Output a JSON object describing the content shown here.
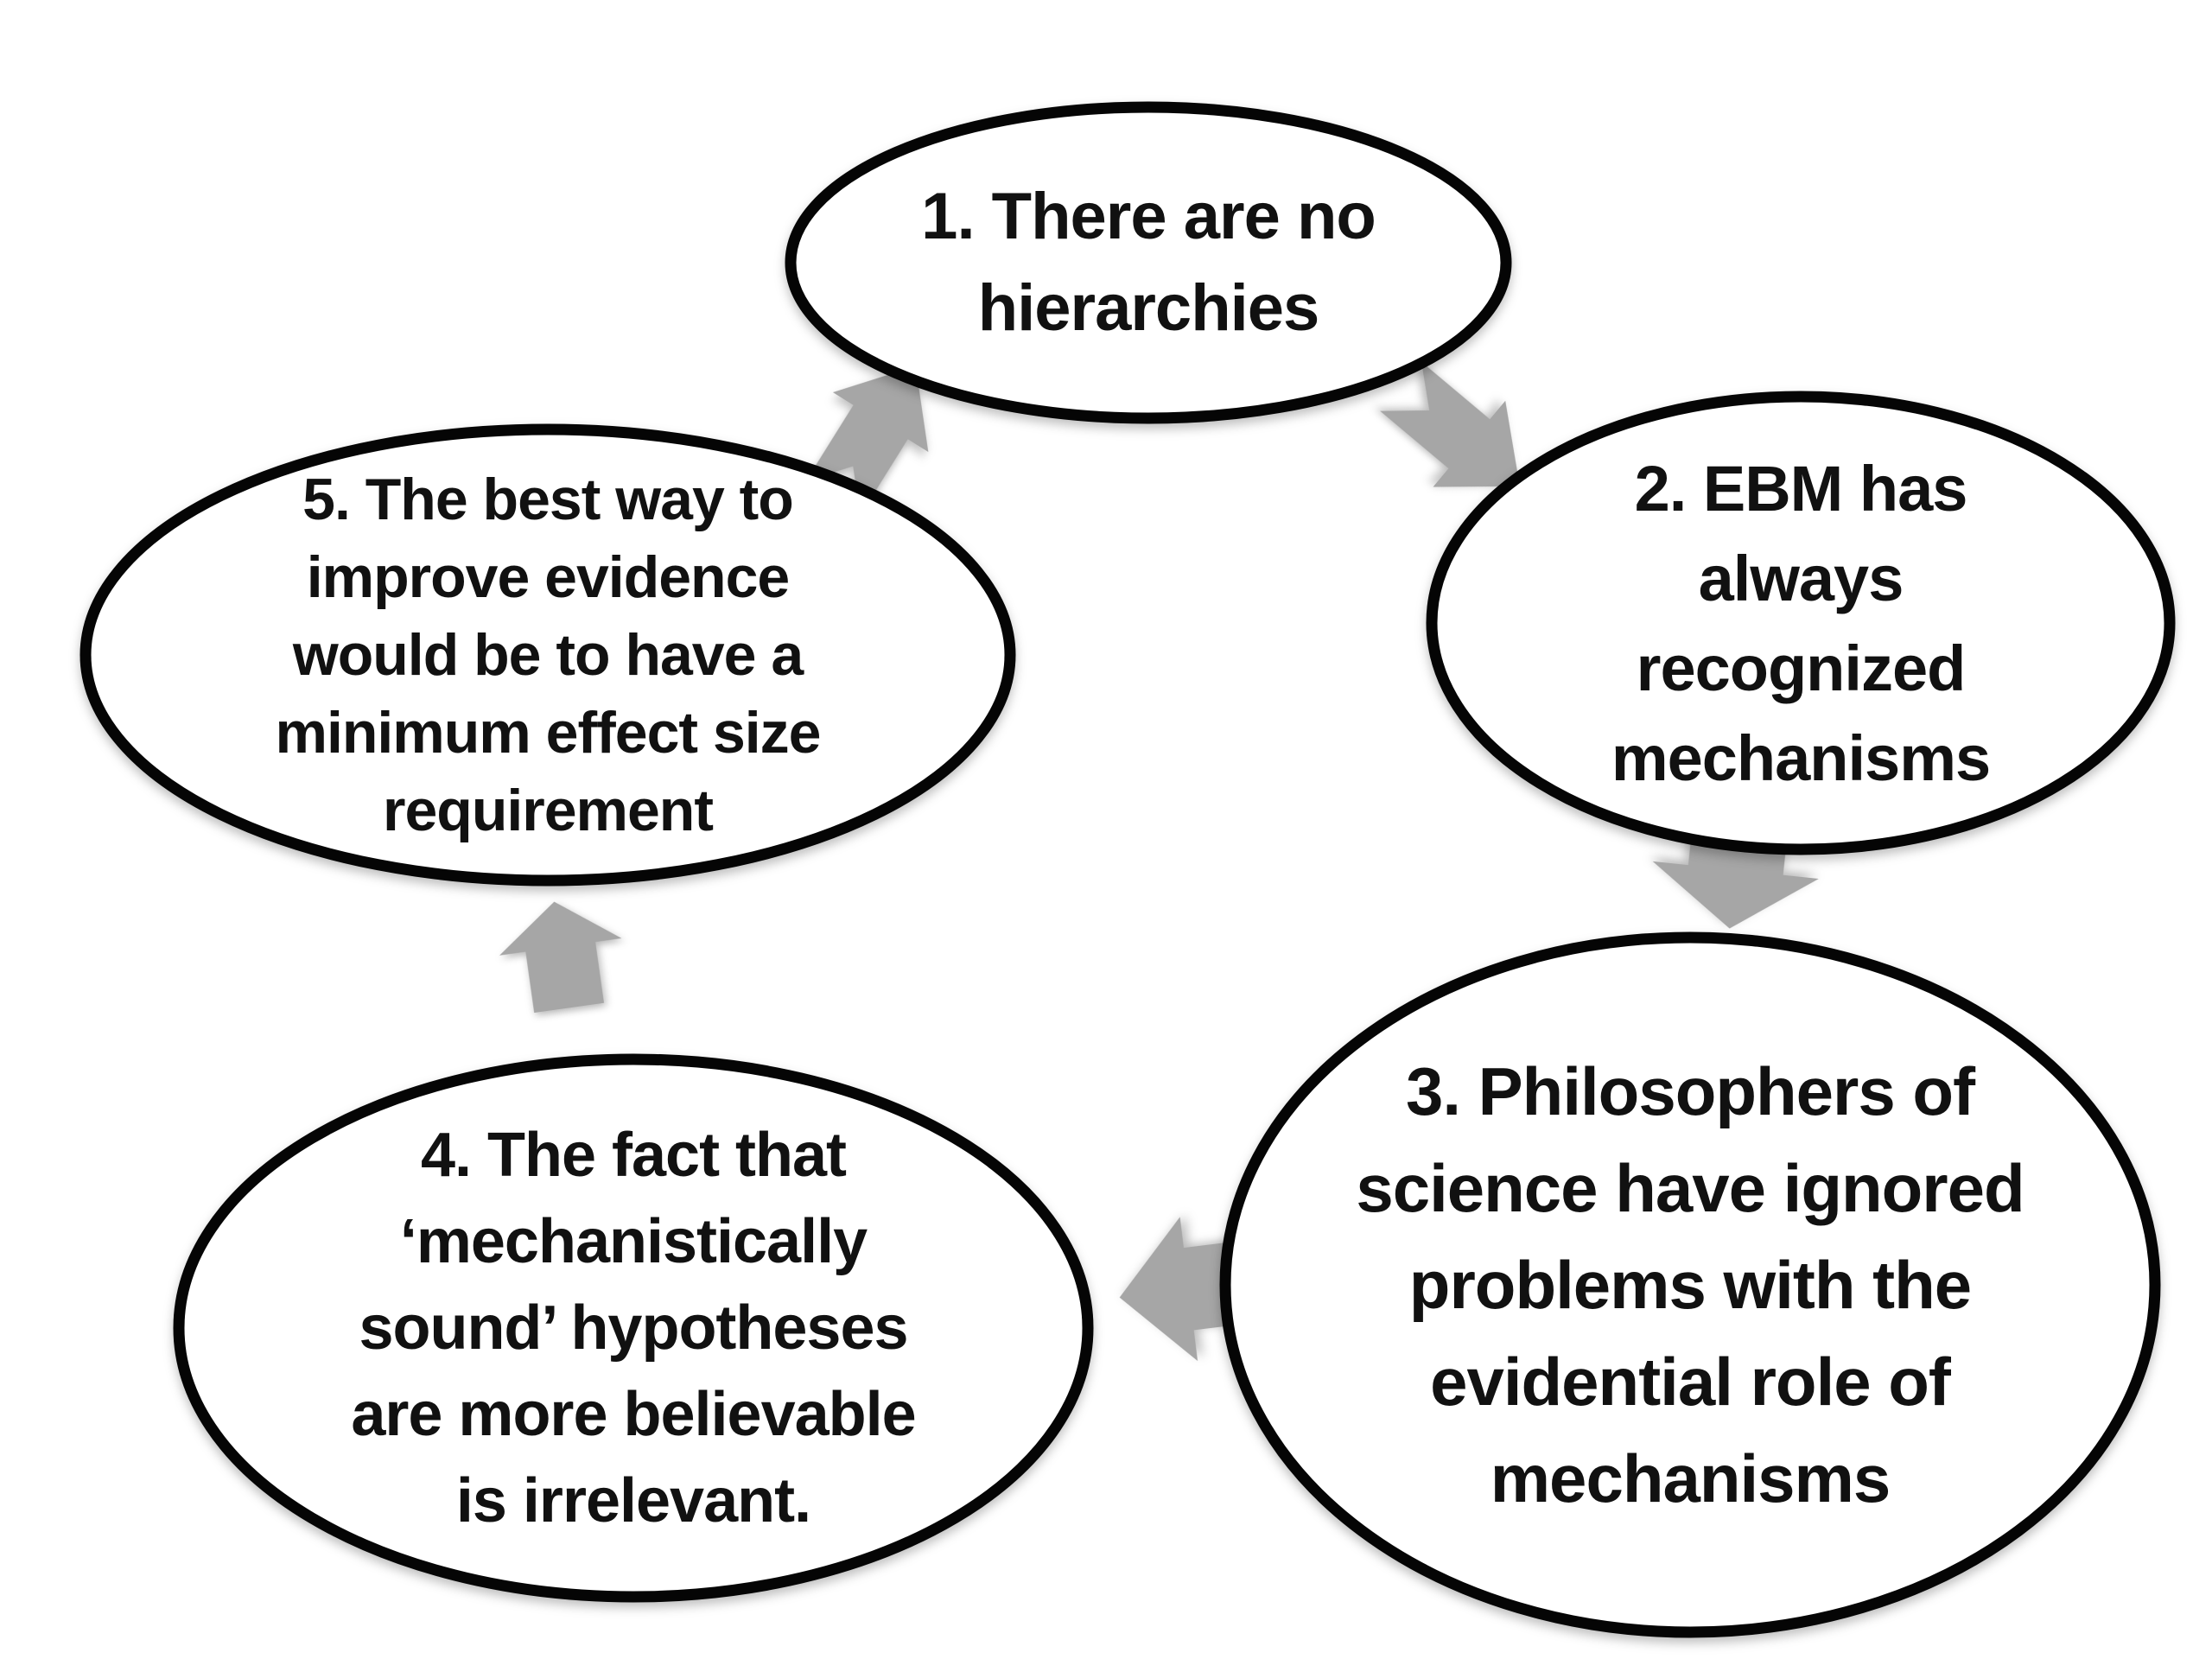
{
  "diagram": {
    "title": "EBM mechanisms cycle diagram",
    "background_color": "#ffffff",
    "node_fill_color": "#ffffff",
    "node_border_color": "#050505",
    "arrow_color": "#a6a6a6",
    "text_color": "#111111",
    "nodes": [
      {
        "id": 1,
        "lines": [
          "1. There are no",
          "hierarchies"
        ]
      },
      {
        "id": 2,
        "lines": [
          "2. EBM has",
          "always",
          "recognized",
          "mechanisms"
        ]
      },
      {
        "id": 3,
        "lines": [
          "3. Philosophers of",
          "science have ignored",
          "problems with the",
          "evidential role of",
          "mechanisms"
        ]
      },
      {
        "id": 4,
        "lines": [
          "4. The fact that",
          "‘mechanistically",
          "sound’ hypotheses",
          "are more believable",
          "is irrelevant."
        ]
      },
      {
        "id": 5,
        "lines": [
          "5. The best way to",
          "improve evidence",
          "would be to have a",
          "minimum effect size",
          "requirement"
        ]
      }
    ],
    "arrows": [
      {
        "from": 1,
        "to": 2,
        "direction": "down-right"
      },
      {
        "from": 2,
        "to": 3,
        "direction": "down"
      },
      {
        "from": 3,
        "to": 4,
        "direction": "left"
      },
      {
        "from": 4,
        "to": 5,
        "direction": "up"
      },
      {
        "from": 5,
        "to": 1,
        "direction": "up-right"
      }
    ]
  }
}
